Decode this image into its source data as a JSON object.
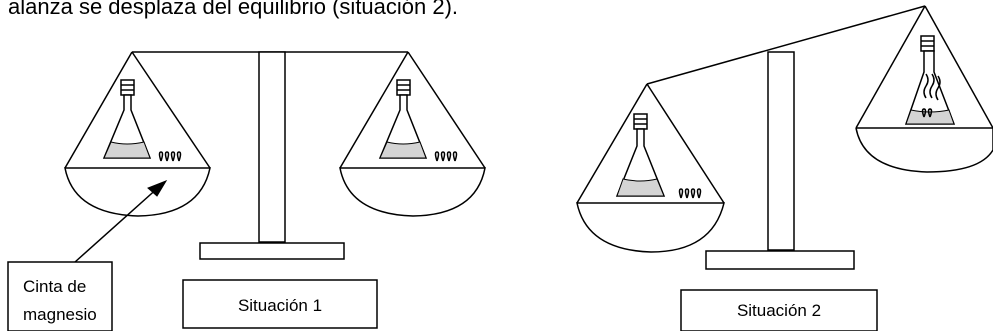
{
  "header_text": "alanza se desplaza del equilibrio (situación 2).",
  "labels": {
    "situation1": "Situación 1",
    "situation2": "Situación 2",
    "callout_line1": "Cinta de",
    "callout_line2": "magnesio"
  },
  "scene": {
    "situation1": {
      "state": "balanced",
      "right_pan_contents": "flask-with-liquid-and-magnesium-ribbon"
    },
    "situation2": {
      "state": "tilted",
      "lower_side": "left",
      "right_pan_contents": "flask-releasing-gas-with-small-ribbon"
    }
  },
  "icons": [
    "flask-icon",
    "magnesium-ribbon-icon",
    "gas-bubbles-icon",
    "arrow-icon"
  ]
}
